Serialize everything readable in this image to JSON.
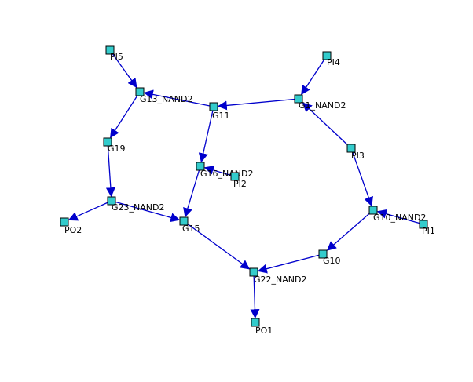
{
  "colors": {
    "background": "#ffffff",
    "node_fill": "#33cccc",
    "edge": "#0000cc",
    "label": "#000000"
  },
  "nodes": [
    {
      "id": "PI5",
      "label": "PI5"
    },
    {
      "id": "PI4",
      "label": "PI4"
    },
    {
      "id": "G13_NAND2",
      "label": "G13_NAND2"
    },
    {
      "id": "G11",
      "label": "G11"
    },
    {
      "id": "G1_NAND2",
      "label": "G1_NAND2"
    },
    {
      "id": "G19",
      "label": "G19"
    },
    {
      "id": "PI3",
      "label": "PI3"
    },
    {
      "id": "G16_NAND2",
      "label": "G16_NAND2"
    },
    {
      "id": "PI2",
      "label": "PI2"
    },
    {
      "id": "G23_NAND2",
      "label": "G23_NAND2"
    },
    {
      "id": "PO2",
      "label": "PO2"
    },
    {
      "id": "G15",
      "label": "G15"
    },
    {
      "id": "G10_NAND2",
      "label": "G10_NAND2"
    },
    {
      "id": "PI1",
      "label": "PI1"
    },
    {
      "id": "G10",
      "label": "G10"
    },
    {
      "id": "G22_NAND2",
      "label": "G22_NAND2"
    },
    {
      "id": "PO1",
      "label": "PO1"
    }
  ],
  "edges": [
    {
      "from": "PI5",
      "to": "G13_NAND2"
    },
    {
      "from": "G11",
      "to": "G13_NAND2"
    },
    {
      "from": "G13_NAND2",
      "to": "G19"
    },
    {
      "from": "PI4",
      "to": "G1_NAND2"
    },
    {
      "from": "G1_NAND2",
      "to": "G11"
    },
    {
      "from": "PI3",
      "to": "G1_NAND2"
    },
    {
      "from": "G11",
      "to": "G16_NAND2"
    },
    {
      "from": "PI2",
      "to": "G16_NAND2"
    },
    {
      "from": "G16_NAND2",
      "to": "G15"
    },
    {
      "from": "G19",
      "to": "G23_NAND2"
    },
    {
      "from": "G23_NAND2",
      "to": "PO2"
    },
    {
      "from": "G23_NAND2",
      "to": "G15"
    },
    {
      "from": "PI3",
      "to": "G10_NAND2"
    },
    {
      "from": "PI1",
      "to": "G10_NAND2"
    },
    {
      "from": "G10_NAND2",
      "to": "G10"
    },
    {
      "from": "G15",
      "to": "G22_NAND2"
    },
    {
      "from": "G10",
      "to": "G22_NAND2"
    },
    {
      "from": "G22_NAND2",
      "to": "PO1"
    }
  ]
}
